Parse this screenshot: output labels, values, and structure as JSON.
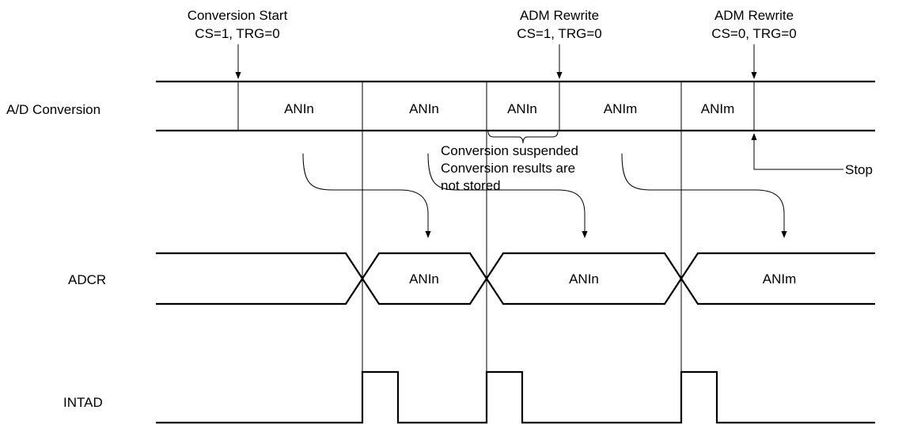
{
  "events": {
    "start": {
      "line1": "Conversion Start",
      "line2": "CS=1, TRG=0"
    },
    "rewrite1": {
      "line1": "ADM Rewrite",
      "line2": "CS=1, TRG=0"
    },
    "rewrite2": {
      "line1": "ADM Rewrite",
      "line2": "CS=0, TRG=0"
    }
  },
  "signals": {
    "ad": "A/D Conversion",
    "adcr": "ADCR",
    "intad": "INTAD"
  },
  "ad_cells": [
    "ANIn",
    "ANIn",
    "ANIn",
    "ANIm",
    "ANIm"
  ],
  "adcr_cells": [
    "ANIn",
    "ANIn",
    "ANIm"
  ],
  "notes": {
    "suspended": {
      "line1": "Conversion suspended",
      "line2": "Conversion results are",
      "line3": "not stored"
    },
    "stop": "Stop"
  }
}
